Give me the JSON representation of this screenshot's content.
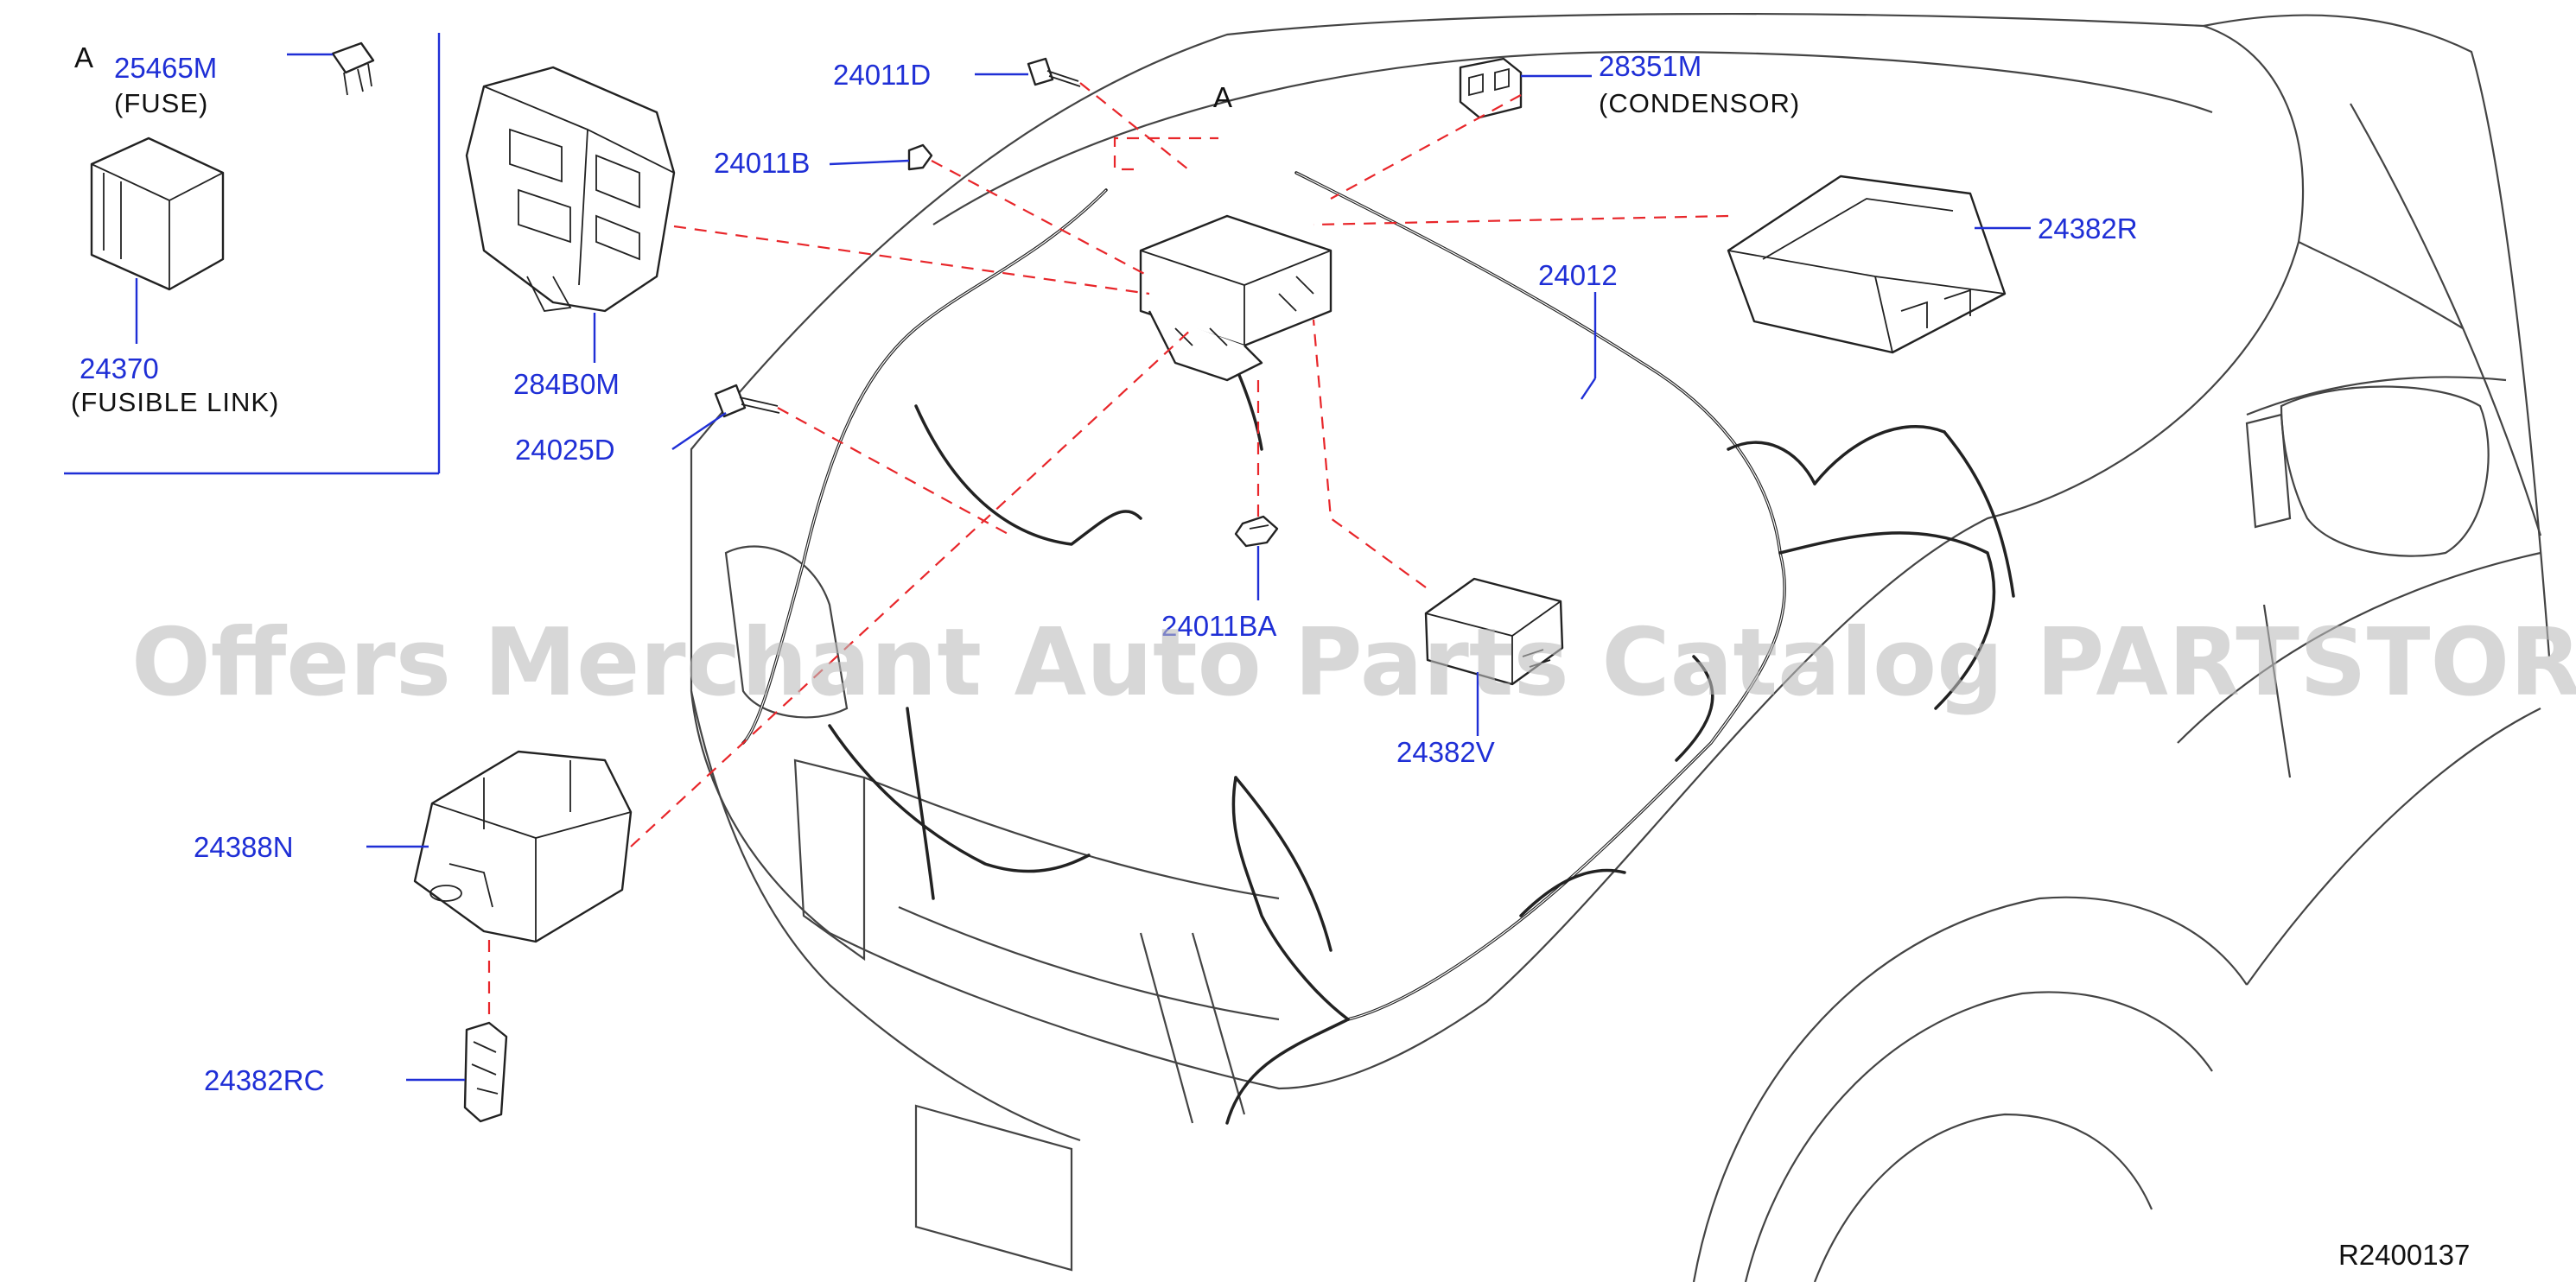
{
  "diagram": {
    "inset_marker": "A",
    "harness_marker": "A",
    "reference_code": "R2400137",
    "watermark": "Offers Merchant Auto Parts Catalog PARTSTORE.SA",
    "parts": [
      {
        "number": "25465M",
        "description": "(FUSE)"
      },
      {
        "number": "24370",
        "description": "(FUSIBLE   LINK)"
      },
      {
        "number": "284B0M",
        "description": ""
      },
      {
        "number": "24025D",
        "description": ""
      },
      {
        "number": "24011D",
        "description": ""
      },
      {
        "number": "24011B",
        "description": ""
      },
      {
        "number": "28351M",
        "description": "(CONDENSOR)"
      },
      {
        "number": "24382R",
        "description": ""
      },
      {
        "number": "24012",
        "description": ""
      },
      {
        "number": "24011BA",
        "description": ""
      },
      {
        "number": "24382V",
        "description": ""
      },
      {
        "number": "24388N",
        "description": ""
      },
      {
        "number": "24382RC",
        "description": ""
      }
    ]
  }
}
